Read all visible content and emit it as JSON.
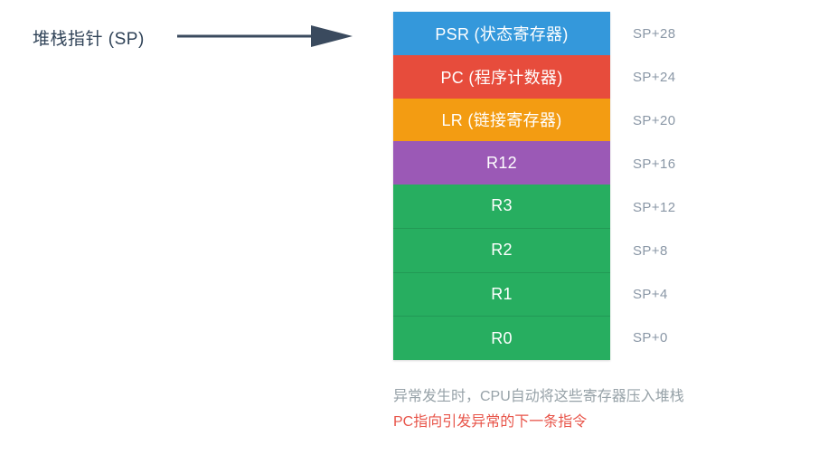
{
  "diagram": {
    "pointer": {
      "label": "堆栈指针 (SP)",
      "arrow_icon": "arrow-right-icon",
      "color": "#2f4257"
    },
    "stack": {
      "cells": [
        {
          "label": "PSR (状态寄存器)",
          "color": "#3498db",
          "offset": "SP+28"
        },
        {
          "label": "PC (程序计数器)",
          "color": "#e74c3c",
          "offset": "SP+24"
        },
        {
          "label": "LR (链接寄存器)",
          "color": "#f39c12",
          "offset": "SP+20"
        },
        {
          "label": "R12",
          "color": "#9b59b6",
          "offset": "SP+16"
        },
        {
          "label": "R3",
          "color": "#27ae60",
          "offset": "SP+12"
        },
        {
          "label": "R2",
          "color": "#27ae60",
          "offset": "SP+8"
        },
        {
          "label": "R1",
          "color": "#27ae60",
          "offset": "SP+4"
        },
        {
          "label": "R0",
          "color": "#27ae60",
          "offset": "SP+0"
        }
      ]
    },
    "notes": [
      {
        "text": "异常发生时，CPU自动将这些寄存器压入堆栈",
        "color": "#97a2a8"
      },
      {
        "text": "PC指向引发异常的下一条指令",
        "color": "#e8554a"
      }
    ]
  }
}
